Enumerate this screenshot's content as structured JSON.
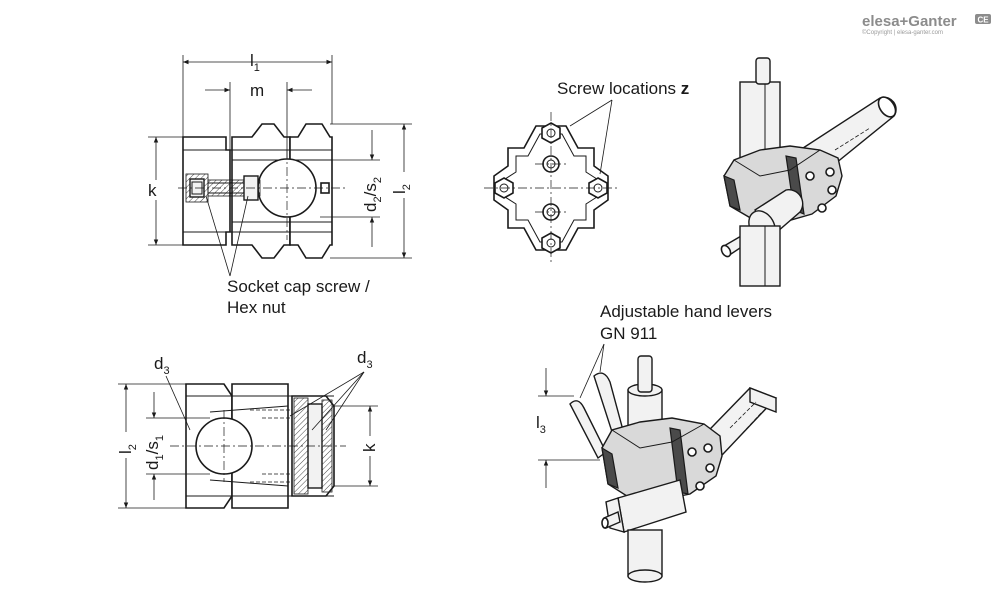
{
  "logo": {
    "brand_text": "elesa+Ganter",
    "copyright_text": "©Copyright | elesa-ganter.com",
    "badge": "CE"
  },
  "dimensions": {
    "l1_main": "l",
    "l1_sub": "1",
    "m": "m",
    "k_top": "k",
    "d2s2_main_a": "d",
    "d2s2_sub_a": "2",
    "d2s2_mid": "/s",
    "d2s2_sub_b": "2",
    "l2_top_main": "l",
    "l2_top_sub": "2",
    "d3_left_main": "d",
    "d3_left_sub": "3",
    "d3_right_main": "d",
    "d3_right_sub": "3",
    "l2_bottom_main": "l",
    "l2_bottom_sub": "2",
    "d1s1_main_a": "d",
    "d1s1_sub_a": "1",
    "d1s1_mid": "/s",
    "d1s1_sub_b": "1",
    "k_bottom": "k",
    "l3_main": "l",
    "l3_sub": "3"
  },
  "callouts": {
    "screw_locations_text": "Screw locations ",
    "screw_locations_var": "z",
    "socket_cap_line1": "Socket cap screw /",
    "socket_cap_line2": "Hex nut",
    "hand_levers_line1": "Adjustable hand levers",
    "hand_levers_line2": "GN 911"
  }
}
